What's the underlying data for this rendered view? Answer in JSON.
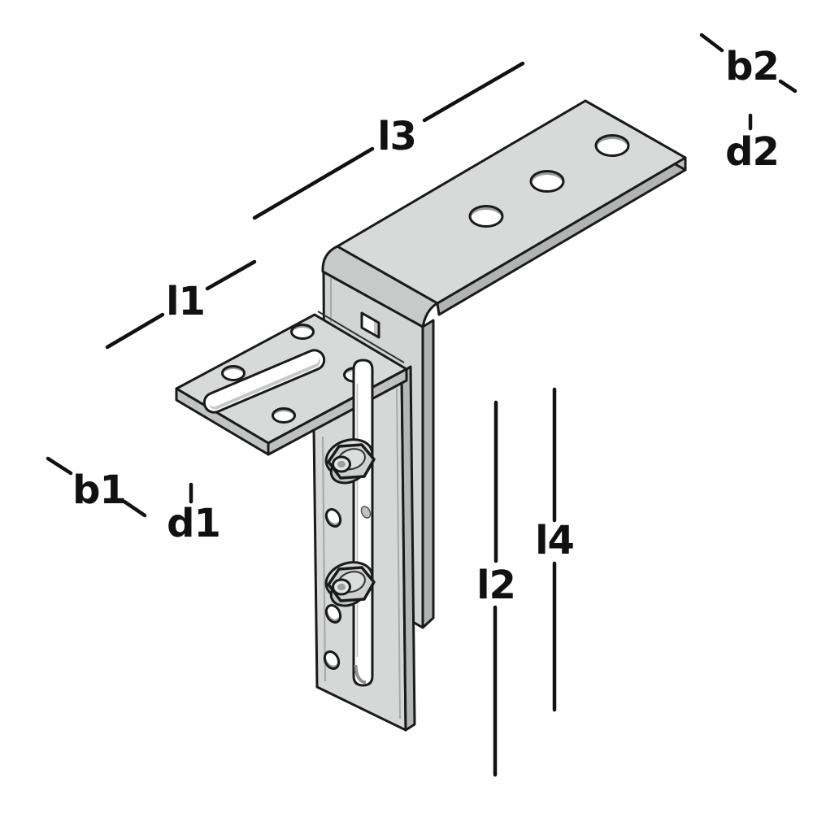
{
  "drawing": {
    "kind": "isometric technical line drawing",
    "subject": "adjustable mounting bracket (roof hook) with dimension callouts"
  },
  "dimension_labels": {
    "l1": "l1",
    "l2": "l2",
    "l3": "l3",
    "l4": "l4",
    "b1": "b1",
    "b2": "b2",
    "d1": "d1",
    "d2": "d2"
  },
  "colors": {
    "background": "#ffffff",
    "outline": "#1a1a1a",
    "dimension_ink": "#111111",
    "plate_top_light": "#d8dad9",
    "plate_mid": "#c8cac9",
    "plate_side_dark": "#b2b4b3",
    "hole_fill": "#ffffff",
    "hole_depth_gray": "#9a9c9b"
  }
}
